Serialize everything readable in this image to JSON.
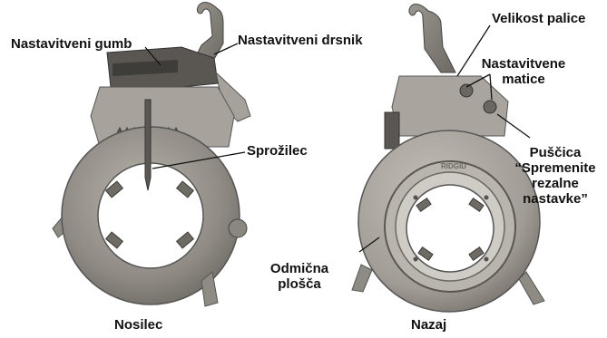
{
  "labels": {
    "nastavitveni_gumb": "Nastavitveni gumb",
    "nastavitveni_drsnik": "Nastavitveni drsnik",
    "sprozilec": "Sprožilec",
    "nosilec": "Nosilec",
    "velikost_palice": "Velikost palice",
    "nastavitvene_matice_1": "Nastavitvene",
    "nastavitvene_matice_2": "matice",
    "puscica_1": "Puščica",
    "puscica_2": "“Spremenite",
    "puscica_3": "rezalne",
    "puscica_4": "nastavke”",
    "odmicna_1": "Odmična",
    "odmicna_2": "plošča",
    "nazaj": "Nazaj"
  },
  "images": {
    "left": "carrier-front-photo",
    "right": "carrier-back-photo"
  },
  "marks": {
    "ridgid": "RIDGID"
  }
}
